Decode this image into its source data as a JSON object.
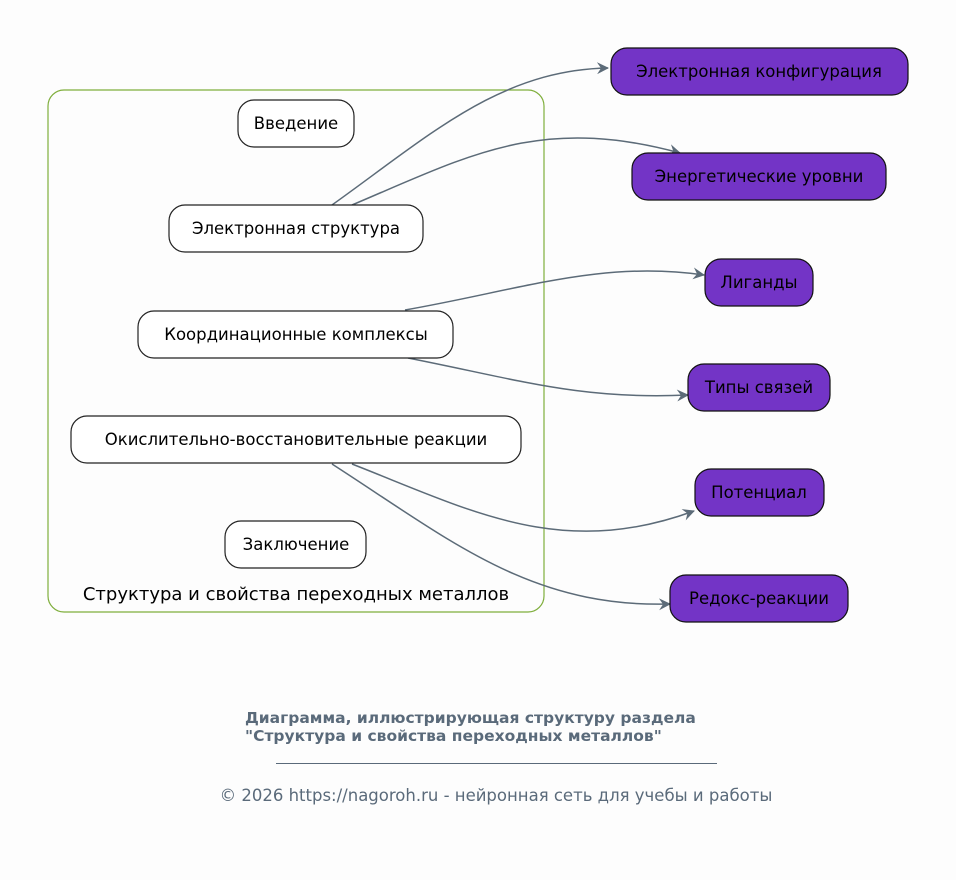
{
  "diagram": {
    "cluster": {
      "label": "Структура и свойства переходных металлов",
      "border_color": "#7fae3c"
    },
    "section_nodes": [
      {
        "id": "intro",
        "label": "Введение"
      },
      {
        "id": "electronic",
        "label": "Электронная структура"
      },
      {
        "id": "coordination",
        "label": "Координационные комплексы"
      },
      {
        "id": "redox",
        "label": "Окислительно-восстановительные реакции"
      },
      {
        "id": "conclusion",
        "label": "Заключение"
      }
    ],
    "topic_nodes": [
      {
        "id": "config",
        "label": "Электронная конфигурация"
      },
      {
        "id": "levels",
        "label": "Энергетические уровни"
      },
      {
        "id": "ligands",
        "label": "Лиганды"
      },
      {
        "id": "bonds",
        "label": "Типы связей"
      },
      {
        "id": "potential",
        "label": "Потенциал"
      },
      {
        "id": "redoxr",
        "label": "Редокс-реакции"
      }
    ],
    "edges": [
      {
        "from": "electronic",
        "to": "config"
      },
      {
        "from": "electronic",
        "to": "levels"
      },
      {
        "from": "coordination",
        "to": "ligands"
      },
      {
        "from": "coordination",
        "to": "bonds"
      },
      {
        "from": "redox",
        "to": "potential"
      },
      {
        "from": "redox",
        "to": "redoxr"
      }
    ],
    "colors": {
      "topic_fill": "#7334c6",
      "section_fill": "#ffffff",
      "edge": "#5c6b78"
    }
  },
  "caption": {
    "line1": "Диаграмма, иллюстрирующая структуру раздела",
    "line2": "\"Структура и свойства переходных металлов\""
  },
  "footer": {
    "copyright": "© 2026 https://nagoroh.ru - нейронная сеть для учебы и работы"
  }
}
